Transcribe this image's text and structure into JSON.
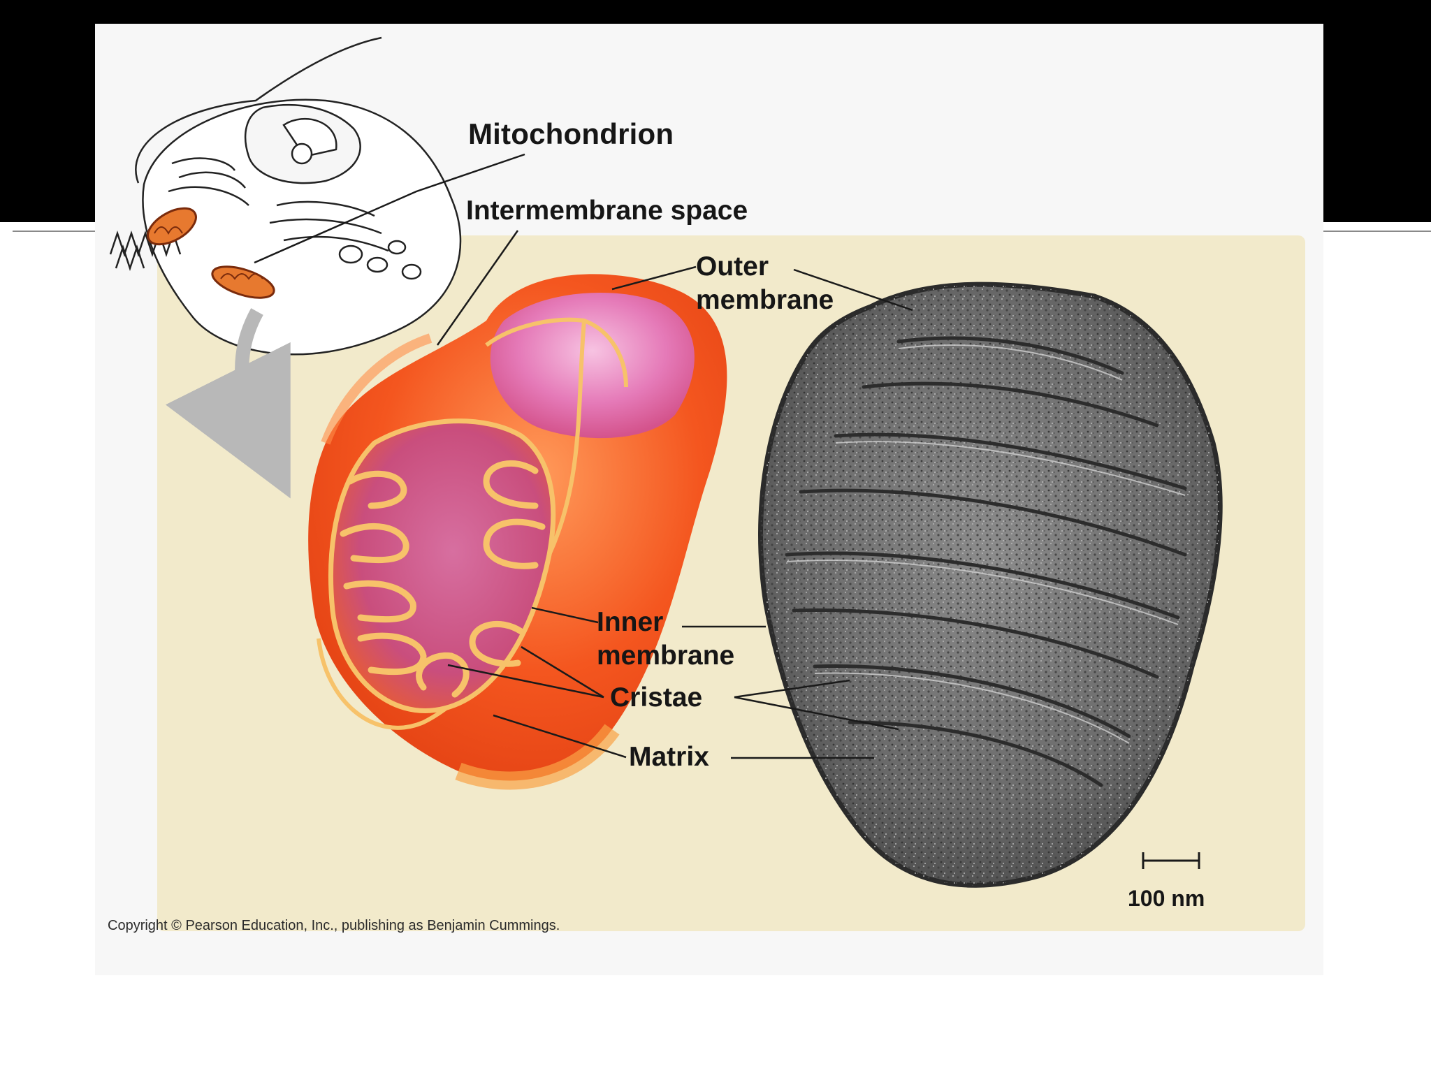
{
  "labels": {
    "title": "Mitochondrion",
    "intermembrane": "Intermembrane space",
    "outer_1": "Outer",
    "outer_2": "membrane",
    "inner_1": "Inner",
    "inner_2": "membrane",
    "cristae": "Cristae",
    "matrix": "Matrix",
    "scale": "100 nm"
  },
  "copyright": "Copyright © Pearson Education, Inc., publishing as Benjamin Cummings.",
  "colors": {
    "background_band": "#000000",
    "slide": "#f7f7f7",
    "panel": "#f2eacb",
    "mito_outer": "#f4561f",
    "mito_inner_edge": "#f7c26a",
    "micrograph": "#6e6e6e"
  }
}
